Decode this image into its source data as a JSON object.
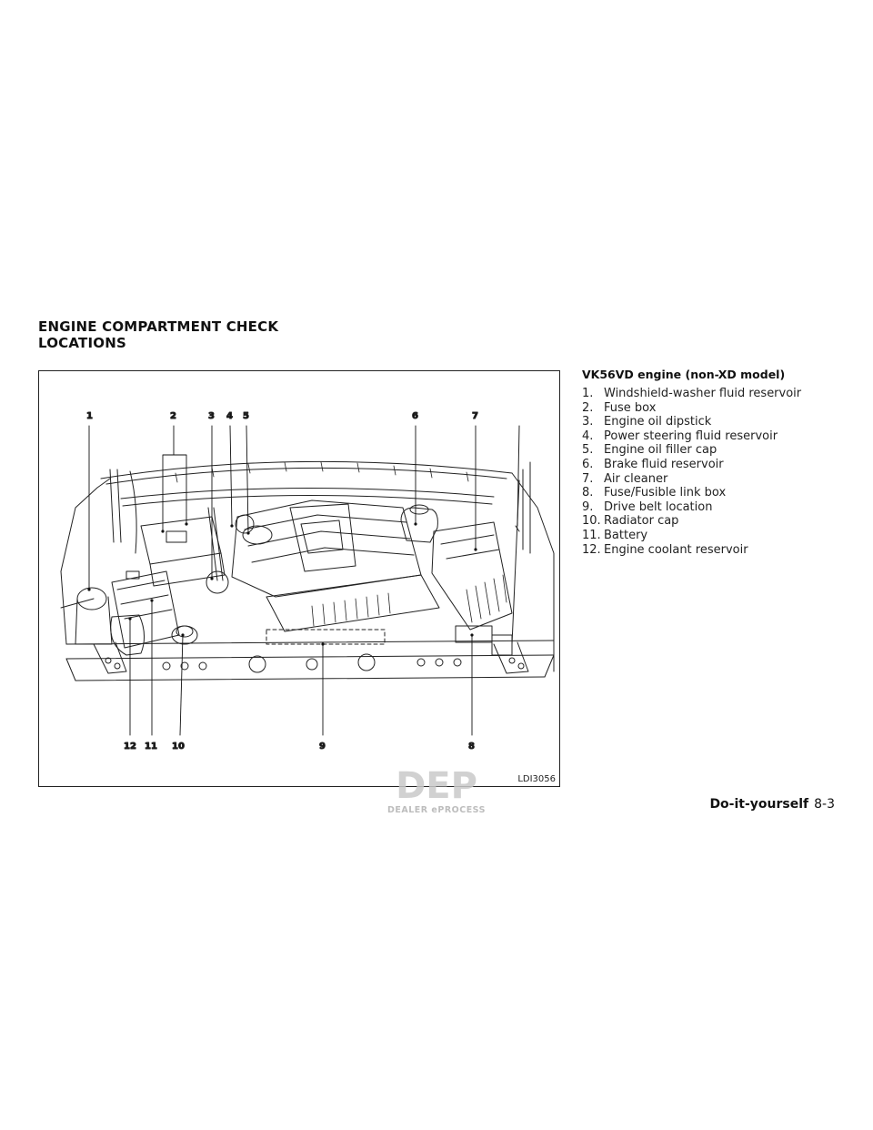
{
  "section": {
    "title_line1": "ENGINE COMPARTMENT CHECK",
    "title_line2": "LOCATIONS"
  },
  "figure": {
    "code": "LDI3056",
    "callouts": [
      "1",
      "2",
      "3",
      "4",
      "5",
      "6",
      "7",
      "8",
      "9",
      "10",
      "11",
      "12"
    ],
    "watermark": {
      "logo": "DEP",
      "text": "DEALER ePROCESS"
    }
  },
  "legend": {
    "title": "VK56VD engine (non-XD model)",
    "items": [
      {
        "num": "1.",
        "label": "Windshield-washer fluid reservoir"
      },
      {
        "num": "2.",
        "label": "Fuse box"
      },
      {
        "num": "3.",
        "label": "Engine oil dipstick"
      },
      {
        "num": "4.",
        "label": "Power steering fluid reservoir"
      },
      {
        "num": "5.",
        "label": "Engine oil filler cap"
      },
      {
        "num": "6.",
        "label": "Brake fluid reservoir"
      },
      {
        "num": "7.",
        "label": "Air cleaner"
      },
      {
        "num": "8.",
        "label": "Fuse/Fusible link box"
      },
      {
        "num": "9.",
        "label": "Drive belt location"
      },
      {
        "num": "10.",
        "label": "Radiator cap"
      },
      {
        "num": "11.",
        "label": "Battery"
      },
      {
        "num": "12.",
        "label": "Engine coolant reservoir"
      }
    ]
  },
  "footer": {
    "section": "Do-it-yourself",
    "page": "8-3"
  }
}
